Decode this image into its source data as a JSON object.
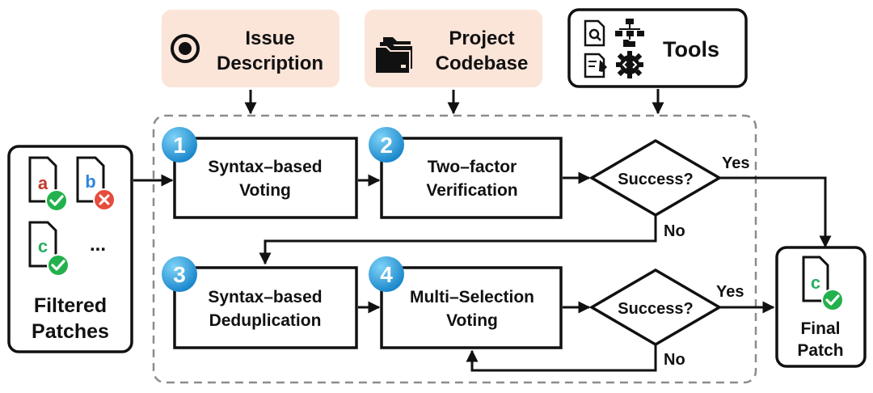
{
  "inputs": {
    "issue": {
      "line1": "Issue",
      "line2": "Description",
      "bg": "#fbe4d8"
    },
    "codebase": {
      "line1": "Project",
      "line2": "Codebase",
      "bg": "#fbe4d8"
    },
    "tools": {
      "label": "Tools"
    }
  },
  "filtered_patches": {
    "line1": "Filtered",
    "line2": "Patches",
    "patches": [
      {
        "letter": "a",
        "color": "#c0392b",
        "status": "check"
      },
      {
        "letter": "b",
        "color": "#2e86de",
        "status": "cross"
      },
      {
        "letter": "c",
        "color": "#27ae60",
        "status": "check"
      }
    ],
    "ellipsis": "..."
  },
  "steps": [
    {
      "number": "1",
      "line1": "Syntax–based",
      "line2": "Voting"
    },
    {
      "number": "2",
      "line1": "Two–factor",
      "line2": "Verification"
    },
    {
      "number": "3",
      "line1": "Syntax–based",
      "line2": "Deduplication"
    },
    {
      "number": "4",
      "line1": "Multi–Selection",
      "line2": "Voting"
    }
  ],
  "decisions": [
    {
      "label": "Success?",
      "yes": "Yes",
      "no": "No"
    },
    {
      "label": "Success?",
      "yes": "Yes",
      "no": "No"
    }
  ],
  "final_patch": {
    "line1": "Final",
    "line2": "Patch",
    "letter": "c",
    "letter_color": "#27ae60"
  },
  "colors": {
    "badge": "#1a9fd9",
    "check": "#22b14c",
    "cross": "#e74c3c"
  }
}
